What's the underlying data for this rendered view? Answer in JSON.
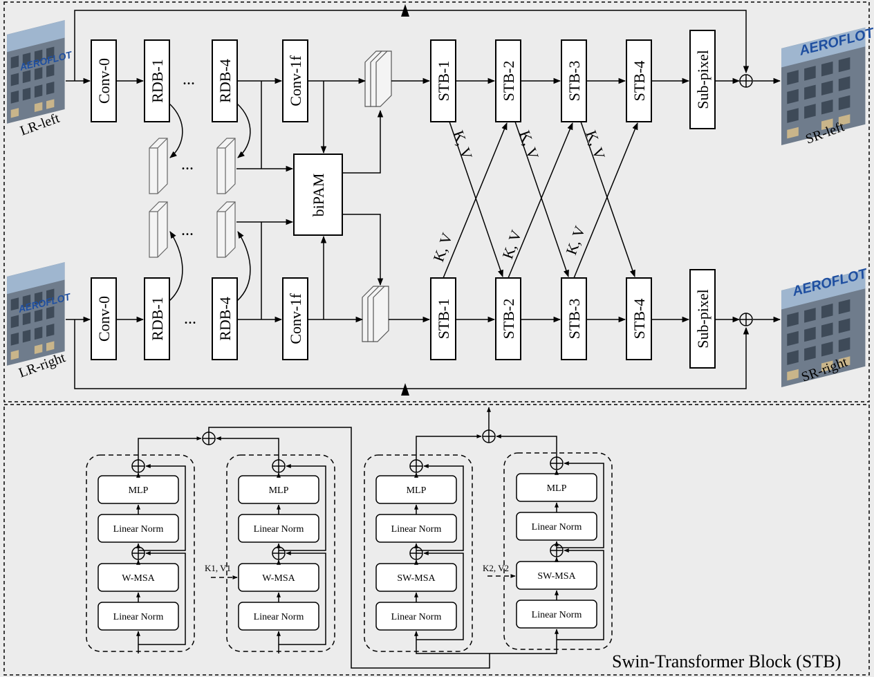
{
  "top": {
    "left_input_label": "LR-left",
    "right_input_label": "LR-right",
    "left_output_label": "SR-left",
    "right_output_label": "SR-right",
    "conv0": "Conv-0",
    "rdb1": "RDB-1",
    "rdb4": "RDB-4",
    "ellipsis": "...",
    "conv1f": "Conv-1f",
    "bipam": "biPAM",
    "stb1": "STB-1",
    "stb2": "STB-2",
    "stb3": "STB-3",
    "stb4": "STB-4",
    "subpixel": "Sub-pixel",
    "kv": "K, V"
  },
  "bottom": {
    "title": "Swin-Transformer Block (STB)",
    "mlp": "MLP",
    "linear_norm": "Linear Norm",
    "wmsa": "W-MSA",
    "swmsa": "SW-MSA",
    "kv1": "K1, V1",
    "kv2": "K2, V2"
  },
  "colors": {
    "background": "#ececec",
    "block_fill": "#ffffff",
    "stroke": "#000000",
    "building_sky": "#9fb6cf",
    "building_wall": "#6f7c8c",
    "logo_blue": "#1f4fa0"
  }
}
